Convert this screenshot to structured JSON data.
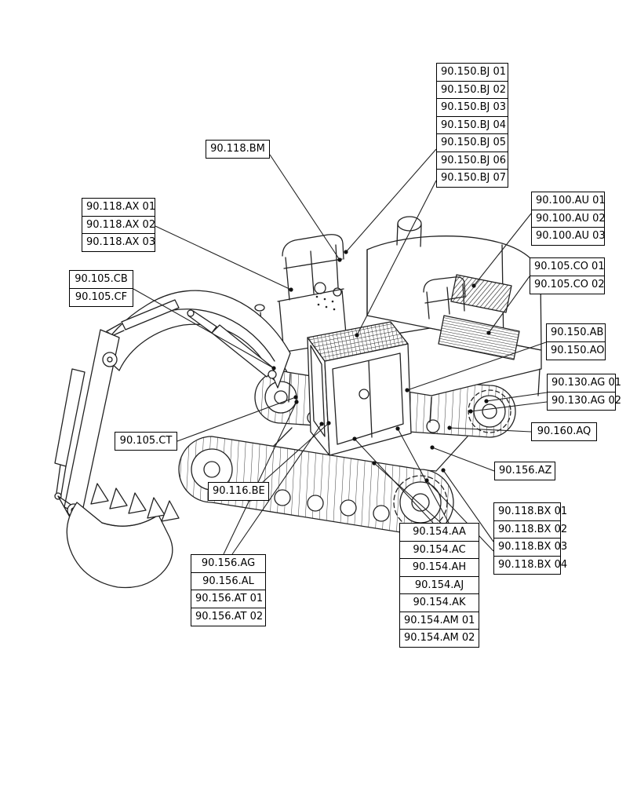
{
  "figure": {
    "background_color": "#ffffff",
    "line_color": "#222222",
    "label_border_color": "#000000"
  },
  "label_groups": {
    "g150bj": {
      "items": [
        "90.150.BJ 01",
        "90.150.BJ 02",
        "90.150.BJ 03",
        "90.150.BJ 04",
        "90.150.BJ 05",
        "90.150.BJ 06",
        "90.150.BJ 07"
      ]
    },
    "g118bm": {
      "items": [
        "90.118.BM"
      ]
    },
    "g118ax": {
      "items": [
        "90.118.AX 01",
        "90.118.AX 02",
        "90.118.AX 03"
      ]
    },
    "g100au": {
      "items": [
        "90.100.AU 01",
        "90.100.AU 02",
        "90.100.AU 03"
      ]
    },
    "g105co": {
      "items": [
        "90.105.CO 01",
        "90.105.CO 02"
      ]
    },
    "g105cbcf": {
      "items": [
        "90.105.CB",
        "90.105.CF"
      ]
    },
    "g150abao": {
      "items": [
        "90.150.AB",
        "90.150.AO"
      ]
    },
    "g130ag": {
      "items": [
        "90.130.AG 01",
        "90.130.AG 02"
      ]
    },
    "g160aq": {
      "items": [
        "90.160.AQ"
      ]
    },
    "g105ct": {
      "items": [
        "90.105.CT"
      ]
    },
    "g156az": {
      "items": [
        "90.156.AZ"
      ]
    },
    "g116be": {
      "items": [
        "90.116.BE"
      ]
    },
    "g118bx": {
      "items": [
        "90.118.BX 01",
        "90.118.BX 02",
        "90.118.BX 03",
        "90.118.BX 04"
      ]
    },
    "g154": {
      "items": [
        "90.154.AA",
        "90.154.AC",
        "90.154.AH",
        "90.154.AJ",
        "90.154.AK",
        "90.154.AM 01",
        "90.154.AM 02"
      ]
    },
    "g156": {
      "items": [
        "90.156.AG",
        "90.156.AL",
        "90.156.AT 01",
        "90.156.AT 02"
      ]
    }
  }
}
